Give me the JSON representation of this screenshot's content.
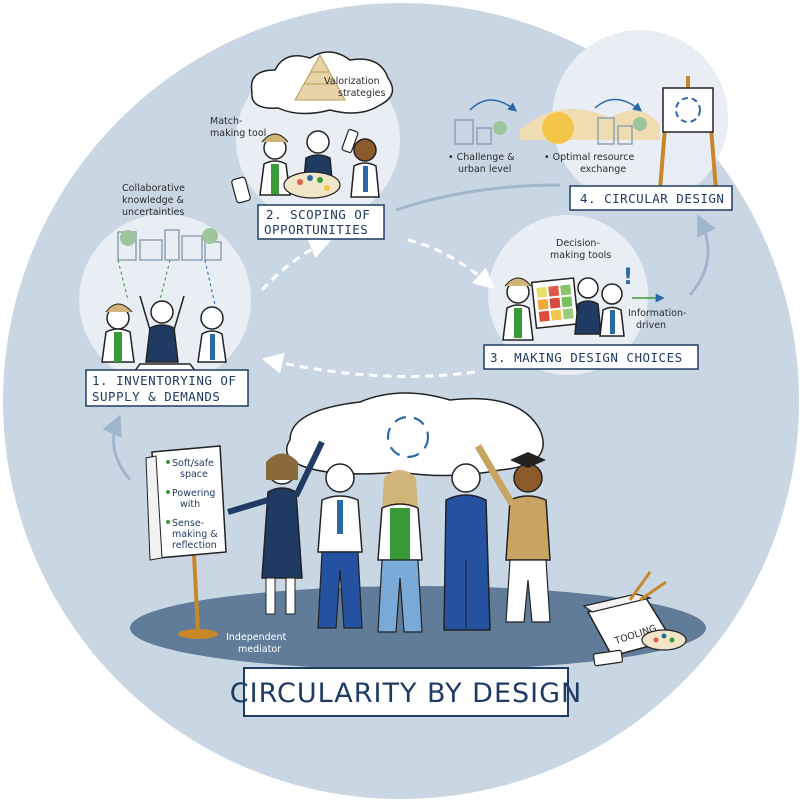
{
  "colors": {
    "circle": "#c9d7e5",
    "navy": "#1f3b63",
    "green": "#3a9a38",
    "label_bg": "#ffffff"
  },
  "title": "CIRCULARITY BY DESIGN",
  "steps": {
    "s1": [
      "1. INVENTORYING OF",
      "SUPPLY & DEMANDS"
    ],
    "s2": [
      "2. SCOPING OF",
      "OPPORTUNITIES"
    ],
    "s3": [
      "3. MAKING DESIGN CHOICES"
    ],
    "s4": [
      "4. CIRCULAR DESIGN"
    ]
  },
  "notes": {
    "collaborative": [
      "Collaborative",
      "knowledge &",
      "uncertainties"
    ],
    "matchmaking": [
      "Match-",
      "making tool"
    ],
    "valorization": [
      "Valorization",
      "strategies"
    ],
    "challenge": [
      "• Challenge &",
      "urban level"
    ],
    "optimal": [
      "• Optimal resource",
      "exchange"
    ],
    "decision": [
      "Decision-",
      "making tools"
    ],
    "information": [
      "Information-",
      "driven"
    ],
    "independent": [
      "Independent",
      "mediator"
    ],
    "tooling": "TOOLING"
  },
  "flipchart": {
    "items": [
      [
        "Soft/safe",
        "space"
      ],
      [
        "Powering",
        "with"
      ],
      [
        "Sense-",
        "making &",
        "reflection"
      ]
    ]
  },
  "heatmap_colors": [
    "#e7e06b",
    "#e05a4a",
    "#8cc36a",
    "#f2a93b",
    "#d94a3c",
    "#7bbf5e",
    "#e0483a",
    "#f3c64a",
    "#9ccb78"
  ]
}
